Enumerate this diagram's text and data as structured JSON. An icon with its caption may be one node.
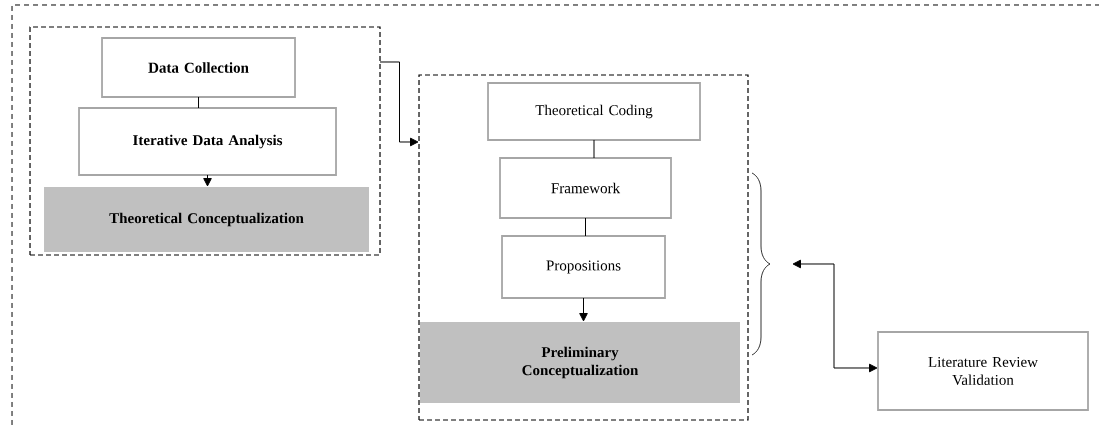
{
  "diagram": {
    "nodes": [
      {
        "text": [],
        "shape": "box"
      },
      {
        "text": [
          "Data Collection"
        ],
        "in": 0
      },
      {
        "text": [
          "Iterative Data Analysis"
        ],
        "in": 0
      },
      {
        "text": [
          "Theoretical Conceptualization"
        ],
        "in": 0
      },
      {
        "text": [],
        "shape": "box"
      },
      {
        "text": [
          "Theoretical Coding"
        ],
        "in": 4
      },
      {
        "text": [
          "Framework"
        ],
        "in": 4
      },
      {
        "text": [
          "Propositions"
        ],
        "in": 4
      },
      {
        "text": [
          "Preliminary Conceptualization"
        ],
        "in": 4
      },
      {
        "text": [],
        "shape": "brace"
      },
      {
        "text": [
          "Literature Review Validation"
        ]
      }
    ],
    "edges": [
      {
        "from": 0,
        "to": 4,
        "arrow": "to"
      },
      {
        "from": 1,
        "to": 2,
        "arrow": "none"
      },
      {
        "from": 2,
        "to": 3,
        "arrow": "to"
      },
      {
        "from": 5,
        "to": 6,
        "arrow": "none"
      },
      {
        "from": 6,
        "to": 7,
        "arrow": "none"
      },
      {
        "from": 7,
        "to": 8,
        "arrow": "to"
      },
      {
        "from": 10,
        "to": 9,
        "arrow": "both"
      }
    ]
  }
}
